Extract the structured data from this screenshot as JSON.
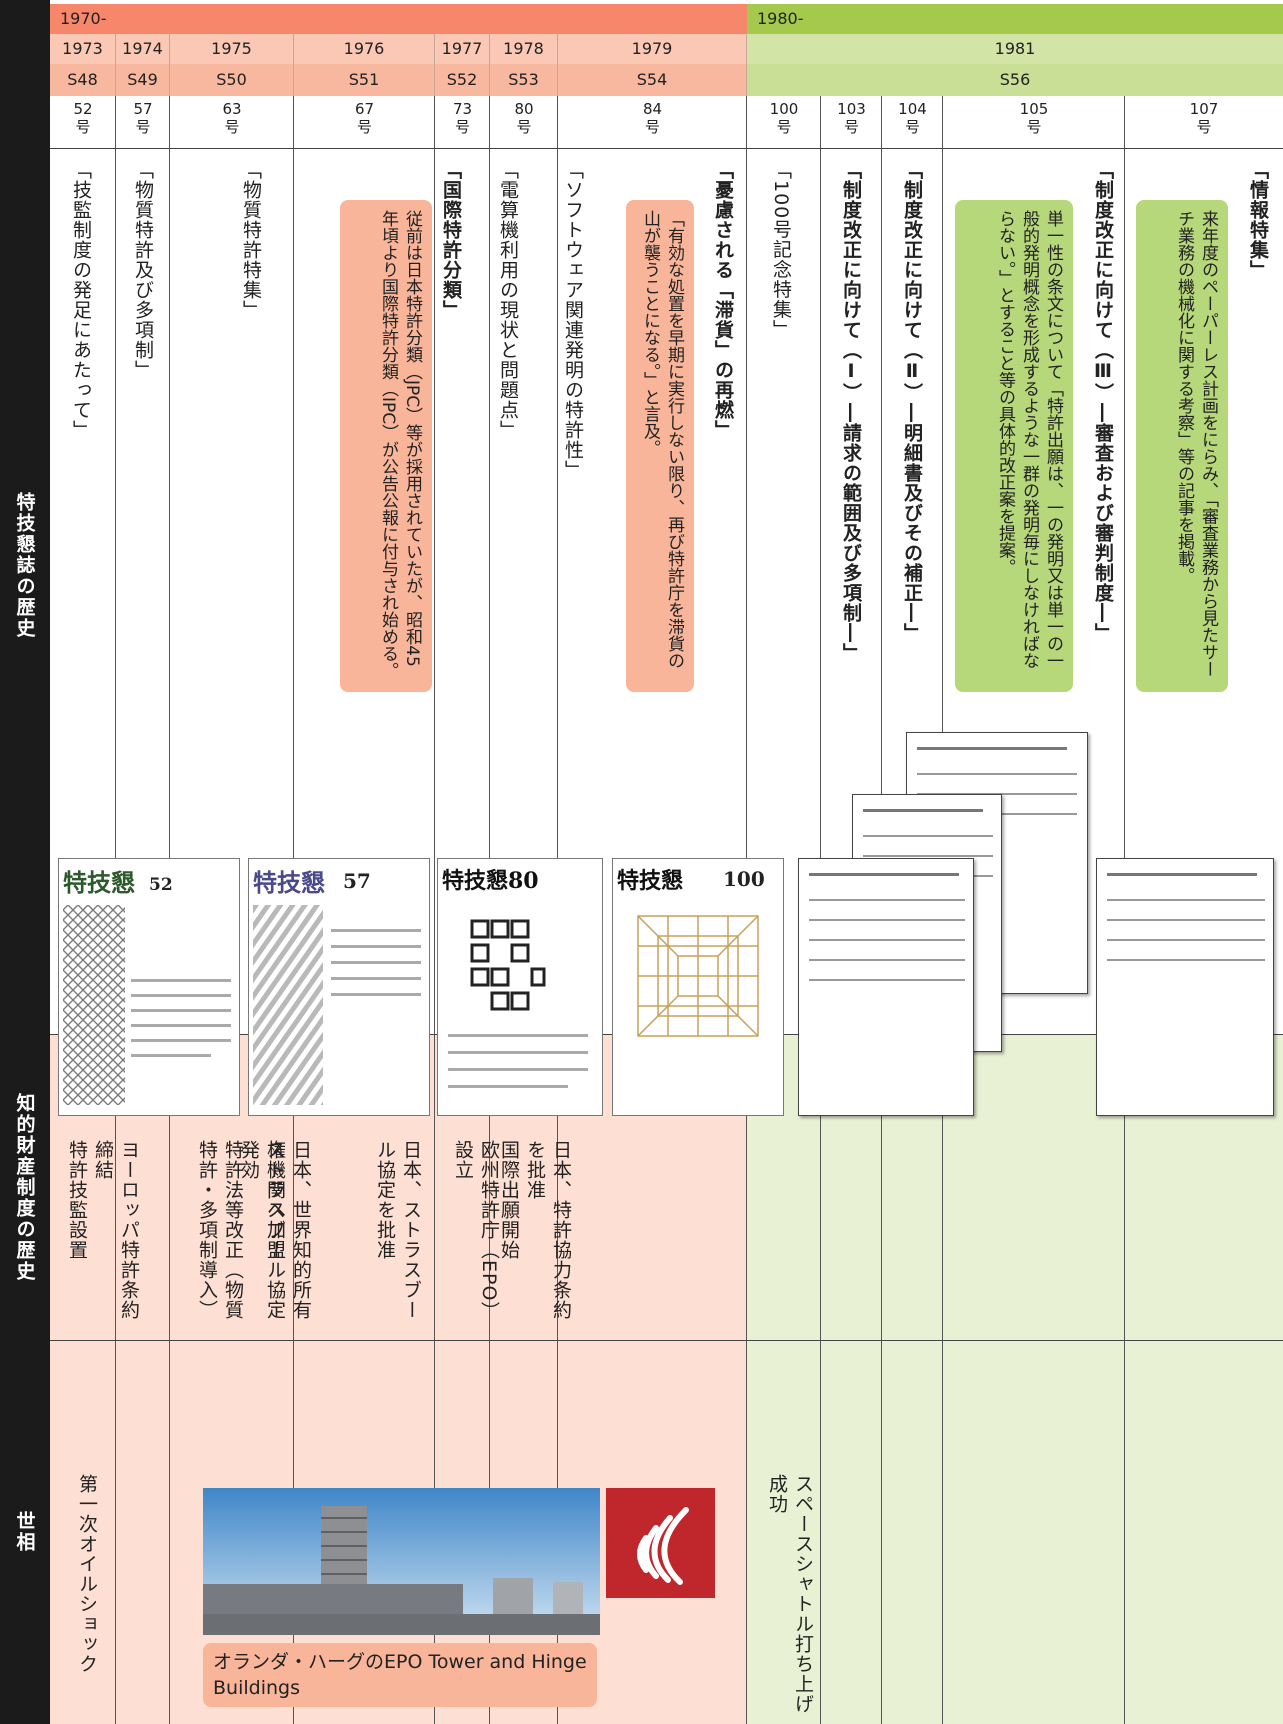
{
  "sidebar": {
    "section1": "特技懇誌の歴史",
    "section2": "知的財産制度の歴史",
    "section3": "世相"
  },
  "eras": [
    "1970-",
    "1980-"
  ],
  "years": [
    "1973",
    "1974",
    "1975",
    "1976",
    "1977",
    "1978",
    "1979",
    "1981"
  ],
  "showa": [
    "S48",
    "S49",
    "S50",
    "S51",
    "S52",
    "S53",
    "S54",
    "S56"
  ],
  "issues": [
    {
      "n": "52",
      "u": "号"
    },
    {
      "n": "57",
      "u": "号"
    },
    {
      "n": "63",
      "u": "号"
    },
    {
      "n": "67",
      "u": "号"
    },
    {
      "n": "73",
      "u": "号"
    },
    {
      "n": "80",
      "u": "号"
    },
    {
      "n": "84",
      "u": "号"
    },
    {
      "n": "100",
      "u": "号"
    },
    {
      "n": "103",
      "u": "号"
    },
    {
      "n": "104",
      "u": "号"
    },
    {
      "n": "105",
      "u": "号"
    },
    {
      "n": "107",
      "u": "号"
    }
  ],
  "articles": [
    "「技監制度の発足にあたって」",
    "「物質特許及び多項制」",
    "「物質特許特集」",
    "「国際特許分類」",
    "「電算機利用の現状と問題点」",
    "「ソフトウェア関連発明の特許性」",
    "「憂慮される「滞貨」の再燃」",
    "「100号記念特集」",
    "「制度改正に向けて（Ⅰ）―請求の範囲及び多項制―」",
    "「制度改正に向けて（Ⅱ）―明細書及びその補正―」",
    "「制度改正に向けて（Ⅲ）―審査および審判制度―」",
    "「情報特集」"
  ],
  "notes": {
    "n67": "従前は日本特許分類（JPC）等が採用されていたが、昭和45年頃より国際特許分類（IPC）が公告公報に付与され始める。",
    "n84": "「有効な処置を早期に実行しない限り、再び特許庁を滞貨の山が襲うことになる。」と言及。",
    "n105": "単一性の条文について「特許出願は、一の発明又は単一の一般的発明概念を形成するような一群の発明毎にしなければならない。」とすること等の具体的改正案を提案。",
    "n107": "来年度のペーパーレス計画をにらみ、「審査業務から見たサーチ業務の機械化に関する考察」等の記事を掲載。"
  },
  "covers": {
    "c52": "特技懇",
    "c52n": "52",
    "c57": "特技懇",
    "c57n": "57",
    "c80": "特技懇80",
    "c100": "特技懇",
    "c100n": "100"
  },
  "ip_events": [
    "特許技監設置",
    "ヨーロッパ特許条約締結",
    "日本、世界知的所有権機関へ加盟",
    "ストラスブール協定発効",
    "特許法等改正（物質特許・多項制導入）",
    "日本、ストラスブール協定を批准",
    "欧州特許庁（EPO）設立",
    "日本、特許協力条約を批准",
    "国際出願開始"
  ],
  "world": {
    "oil": "第一次オイルショック",
    "shuttle": "スペースシャトル打ち上げ成功",
    "caption": "オランダ・ハーグのEPO Tower and Hinge Buildings"
  },
  "colors": {
    "orange": "#f7876a",
    "green": "#a5c94d",
    "epo_red": "#c0272d"
  }
}
